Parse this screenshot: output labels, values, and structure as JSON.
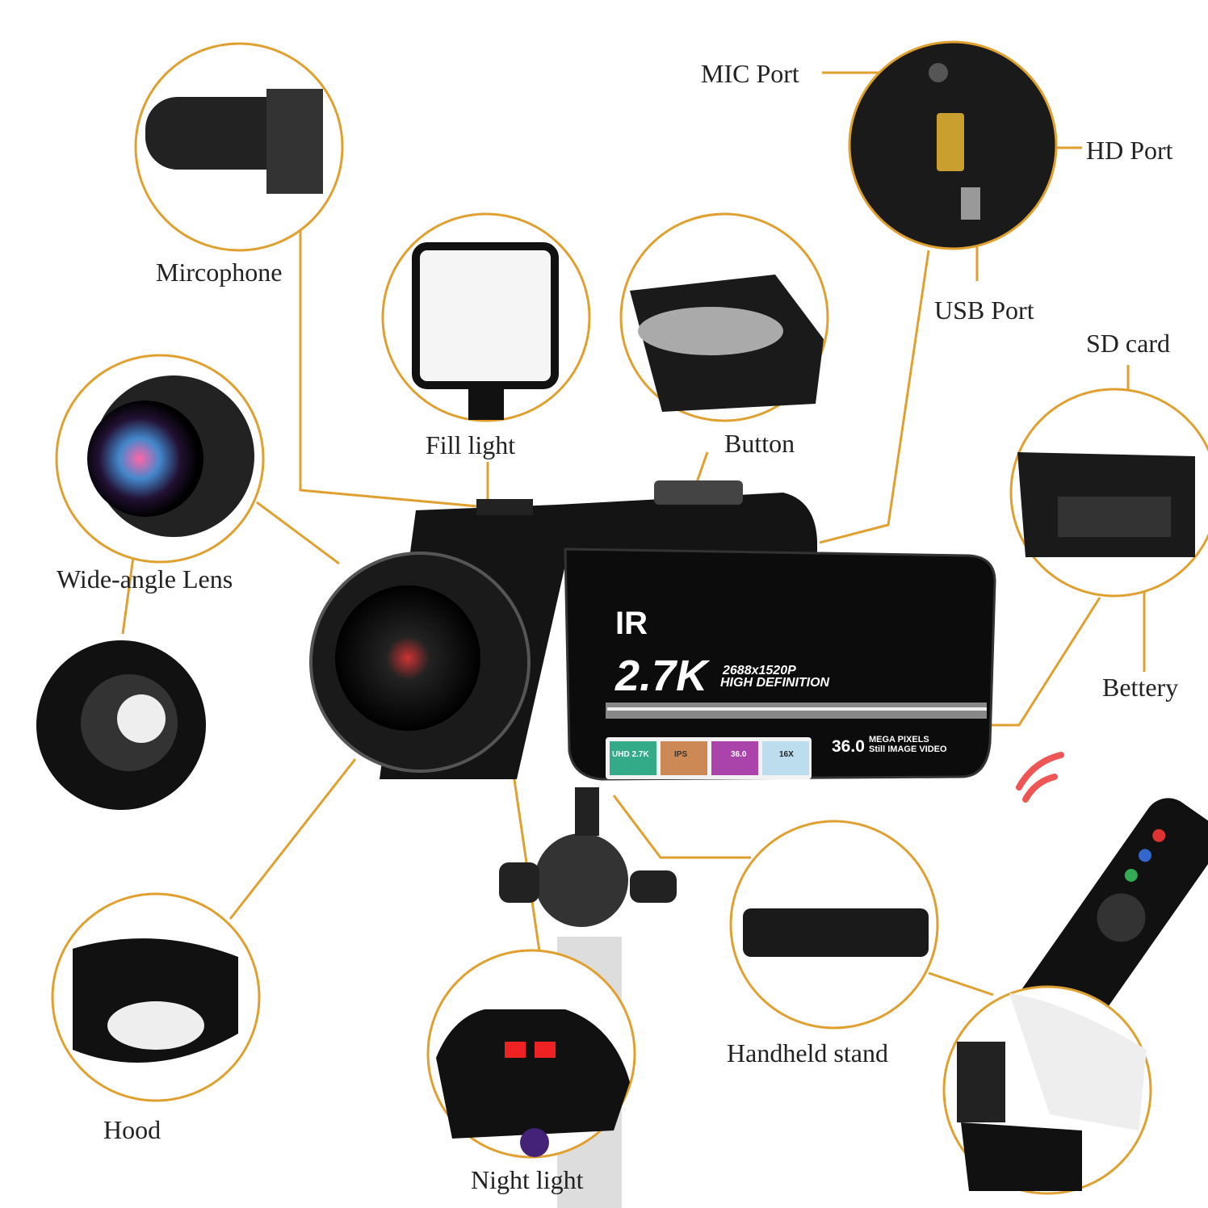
{
  "labels": {
    "mic_port": "MIC Port",
    "hd_port": "HD Port",
    "usb_port": "USB Port",
    "sd_card": "SD card",
    "battery": "Bettery",
    "microphone": "Mircophone",
    "fill_light": "Fill light",
    "button": "Button",
    "wide_angle_lens": "Wide-angle Lens",
    "hood": "Hood",
    "night_light": "Night light",
    "handheld_stand": "Handheld stand"
  },
  "camera_screen": {
    "ir": "IR",
    "resolution_big": "2.7K",
    "resolution_px": "2688x1520P",
    "definition": "HIGH DEFINITION",
    "megapixels": "36.0",
    "mp_line1": "MEGA PIXELS",
    "mp_line2": "Still IMAGE VIDEO",
    "badges": [
      "UHD 2.7K",
      "IPS",
      "36.0",
      "16X"
    ]
  },
  "colors": {
    "callout": "#e0a030",
    "camera": "#111111"
  }
}
